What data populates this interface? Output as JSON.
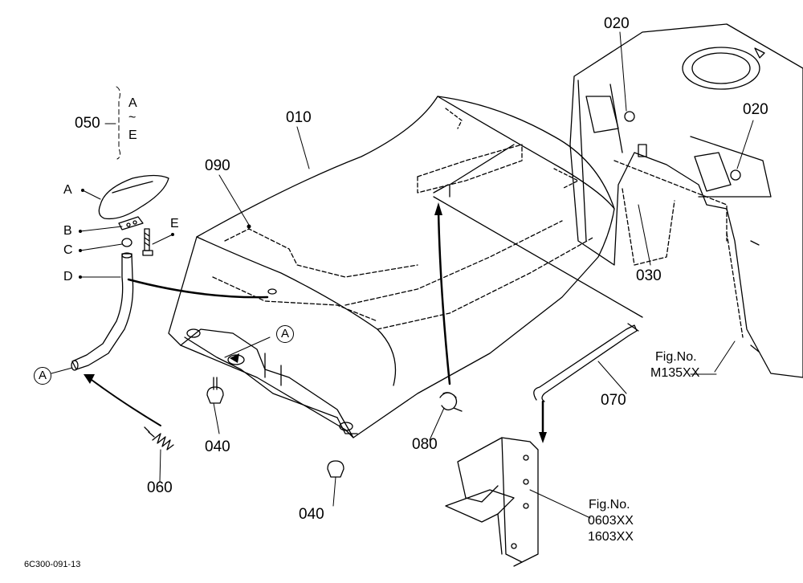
{
  "callouts": {
    "c010": "010",
    "c020_top": "020",
    "c020_right": "020",
    "c030": "030",
    "c040_left": "040",
    "c040_bottom": "040",
    "c050": "050",
    "c060": "060",
    "c070": "070",
    "c080": "080",
    "c090": "090"
  },
  "letters": {
    "range_start": "A",
    "range_tilde": "~",
    "range_end": "E",
    "a": "A",
    "b": "B",
    "c": "C",
    "d": "D",
    "e": "E",
    "circle_right": "A",
    "circle_left": "A"
  },
  "fig_refs": {
    "m135": {
      "label": "Fig.No.",
      "number": "M135XX"
    },
    "step": {
      "label": "Fig.No.",
      "numbers": [
        "0603XX",
        "1603XX"
      ]
    }
  },
  "drawing_code": "6C300-091-13"
}
